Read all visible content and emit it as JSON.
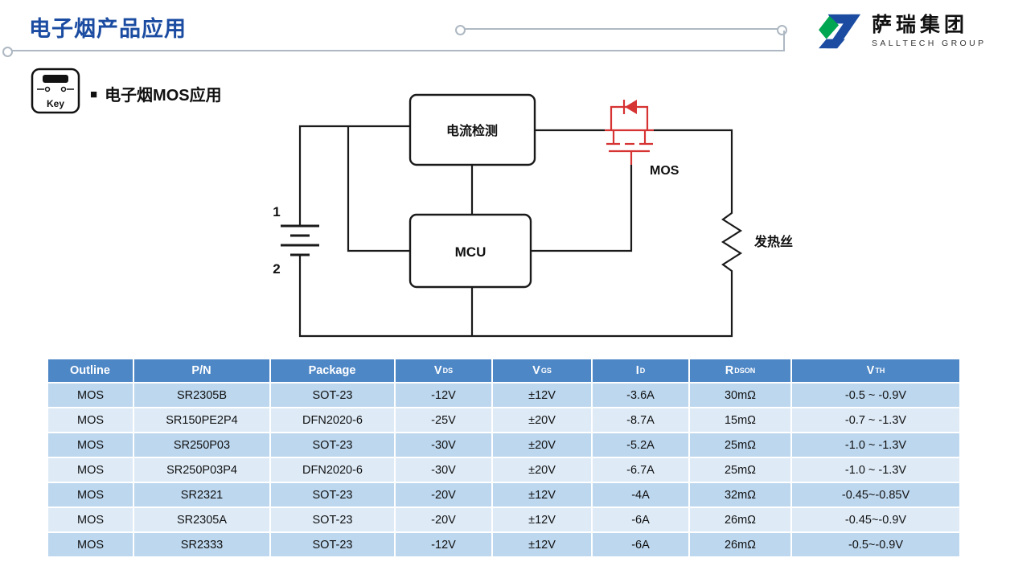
{
  "page": {
    "title": "电子烟产品应用",
    "section_title": "电子烟MOS应用",
    "key_icon_label": "Key"
  },
  "logo": {
    "name": "萨瑞集团",
    "subtitle": "SALLTECH GROUP"
  },
  "diagram": {
    "current_sense_label": "电流检测",
    "mcu_label": "MCU",
    "mos_label": "MOS",
    "heater_label": "发热丝",
    "battery_terminal_1": "1",
    "battery_terminal_2": "2",
    "mos_color": "#D63333"
  },
  "table": {
    "headers": [
      {
        "main": "Outline",
        "sub": ""
      },
      {
        "main": "P/N",
        "sub": ""
      },
      {
        "main": "Package",
        "sub": ""
      },
      {
        "main": "V",
        "sub": "DS"
      },
      {
        "main": "V",
        "sub": "GS"
      },
      {
        "main": "I",
        "sub": "D"
      },
      {
        "main": "R",
        "sub": "DSON"
      },
      {
        "main": "V",
        "sub": "TH"
      }
    ],
    "rows": [
      [
        "MOS",
        "SR2305B",
        "SOT-23",
        "-12V",
        "±12V",
        "-3.6A",
        "30mΩ",
        "-0.5 ~ -0.9V"
      ],
      [
        "MOS",
        "SR150PE2P4",
        "DFN2020-6",
        "-25V",
        "±20V",
        "-8.7A",
        "15mΩ",
        "-0.7 ~ -1.3V"
      ],
      [
        "MOS",
        "SR250P03",
        "SOT-23",
        "-30V",
        "±20V",
        "-5.2A",
        "25mΩ",
        "-1.0 ~ -1.3V"
      ],
      [
        "MOS",
        "SR250P03P4",
        "DFN2020-6",
        "-30V",
        "±20V",
        "-6.7A",
        "25mΩ",
        "-1.0 ~ -1.3V"
      ],
      [
        "MOS",
        "SR2321",
        "SOT-23",
        "-20V",
        "±12V",
        "-4A",
        "32mΩ",
        "-0.45~-0.85V"
      ],
      [
        "MOS",
        "SR2305A",
        "SOT-23",
        "-20V",
        "±12V",
        "-6A",
        "26mΩ",
        "-0.45~-0.9V"
      ],
      [
        "MOS",
        "SR2333",
        "SOT-23",
        "-12V",
        "±12V",
        "-6A",
        "26mΩ",
        "-0.5~-0.9V"
      ]
    ],
    "colors": {
      "header_bg": "#4E87C6",
      "row_odd_bg": "#BDD7EE",
      "row_even_bg": "#DEEBF7"
    }
  },
  "colors": {
    "title_blue": "#1B4CA1",
    "accent_line_gray": "#AEB8C2",
    "logo_blue": "#1B4CA1",
    "logo_green": "#00A651"
  }
}
